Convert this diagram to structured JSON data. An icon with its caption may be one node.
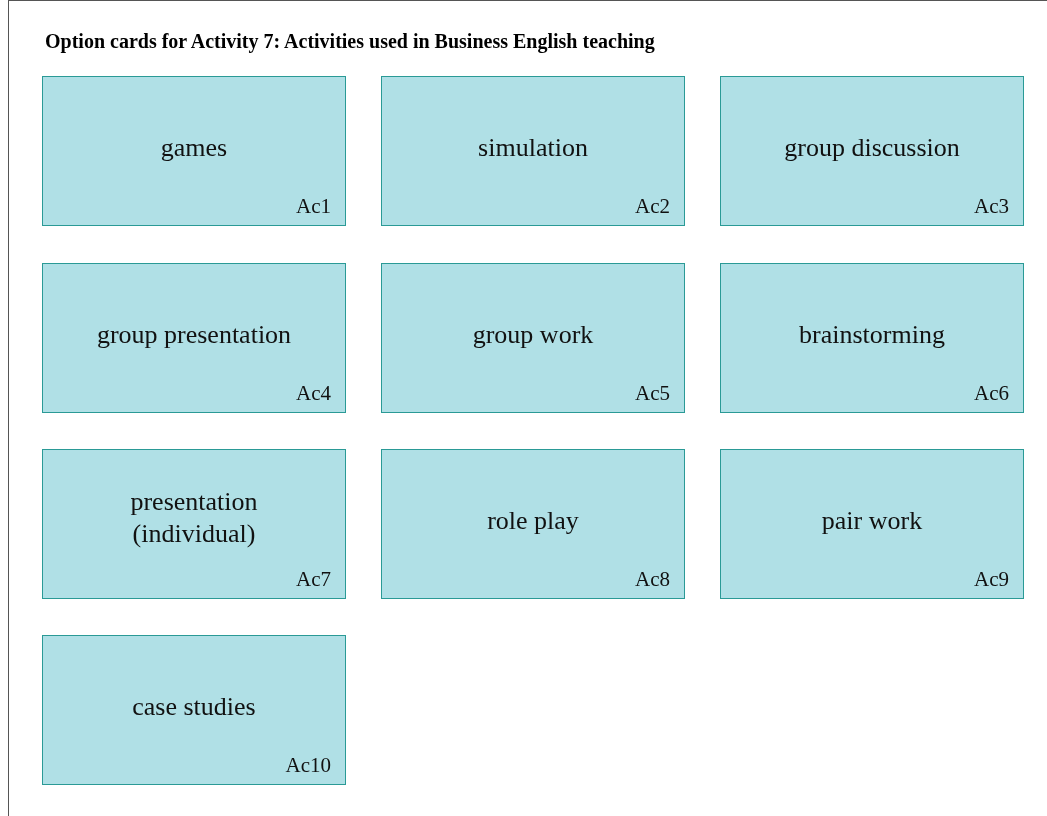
{
  "diagram": {
    "title": "Option cards for Activity 7: Activities used in Business English teaching",
    "nodes": [
      {
        "text": [
          "games",
          "Ac1"
        ]
      },
      {
        "text": [
          "simulation",
          "Ac2"
        ]
      },
      {
        "text": [
          "group discussion",
          "Ac3"
        ]
      },
      {
        "text": [
          "group presentation",
          "Ac4"
        ]
      },
      {
        "text": [
          "group work",
          "Ac5"
        ]
      },
      {
        "text": [
          "brainstorming",
          "Ac6"
        ]
      },
      {
        "text": [
          "presentation (individual)",
          "Ac7"
        ]
      },
      {
        "text": [
          "role play",
          "Ac8"
        ]
      },
      {
        "text": [
          "pair work",
          "Ac9"
        ]
      },
      {
        "text": [
          "case studies",
          "Ac10"
        ]
      }
    ]
  }
}
